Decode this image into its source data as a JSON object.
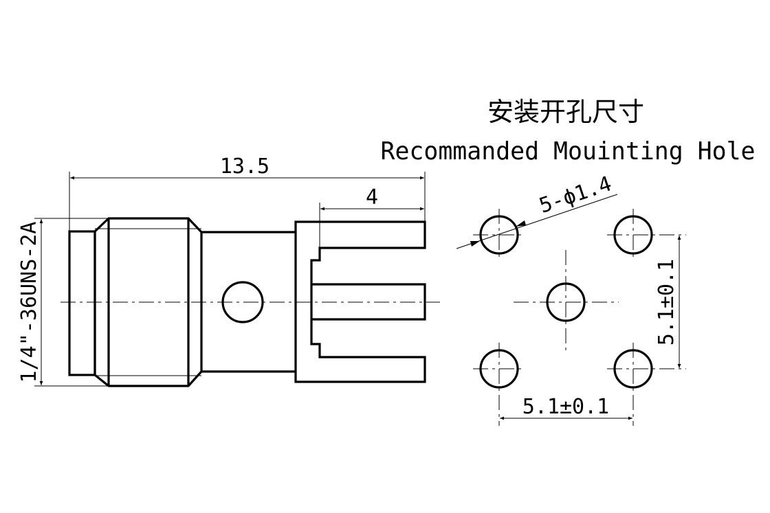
{
  "title": {
    "chinese": "安装开孔尺寸",
    "english": "Recommanded Mouinting Hole"
  },
  "side_view": {
    "overall_length_label": "13.5",
    "tine_length_label": "4",
    "thread_label": "1/4\"-36UNS-2A"
  },
  "mounting_hole": {
    "hole_count_diameter_label": "5-ϕ1.4",
    "horizontal_spacing_label": "5.1±0.1",
    "vertical_spacing_label": "5.1±0.1",
    "holes": [
      {
        "name": "top-left"
      },
      {
        "name": "top-right"
      },
      {
        "name": "center"
      },
      {
        "name": "bottom-left"
      },
      {
        "name": "bottom-right"
      }
    ]
  },
  "colors": {
    "ink": "#000000",
    "background": "#ffffff"
  }
}
